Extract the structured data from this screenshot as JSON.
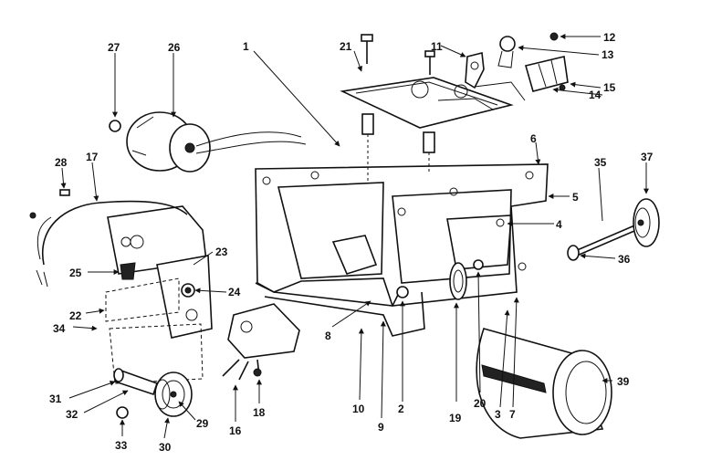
{
  "diagram": {
    "callouts": [
      "1",
      "2",
      "3",
      "4",
      "5",
      "6",
      "7",
      "8",
      "9",
      "10",
      "11",
      "12",
      "13",
      "14",
      "15",
      "16",
      "17",
      "18",
      "19",
      "20",
      "21",
      "22",
      "23",
      "24",
      "25",
      "26",
      "27",
      "28",
      "29",
      "30",
      "31",
      "32",
      "33",
      "34",
      "35",
      "36",
      "37",
      "39"
    ]
  }
}
